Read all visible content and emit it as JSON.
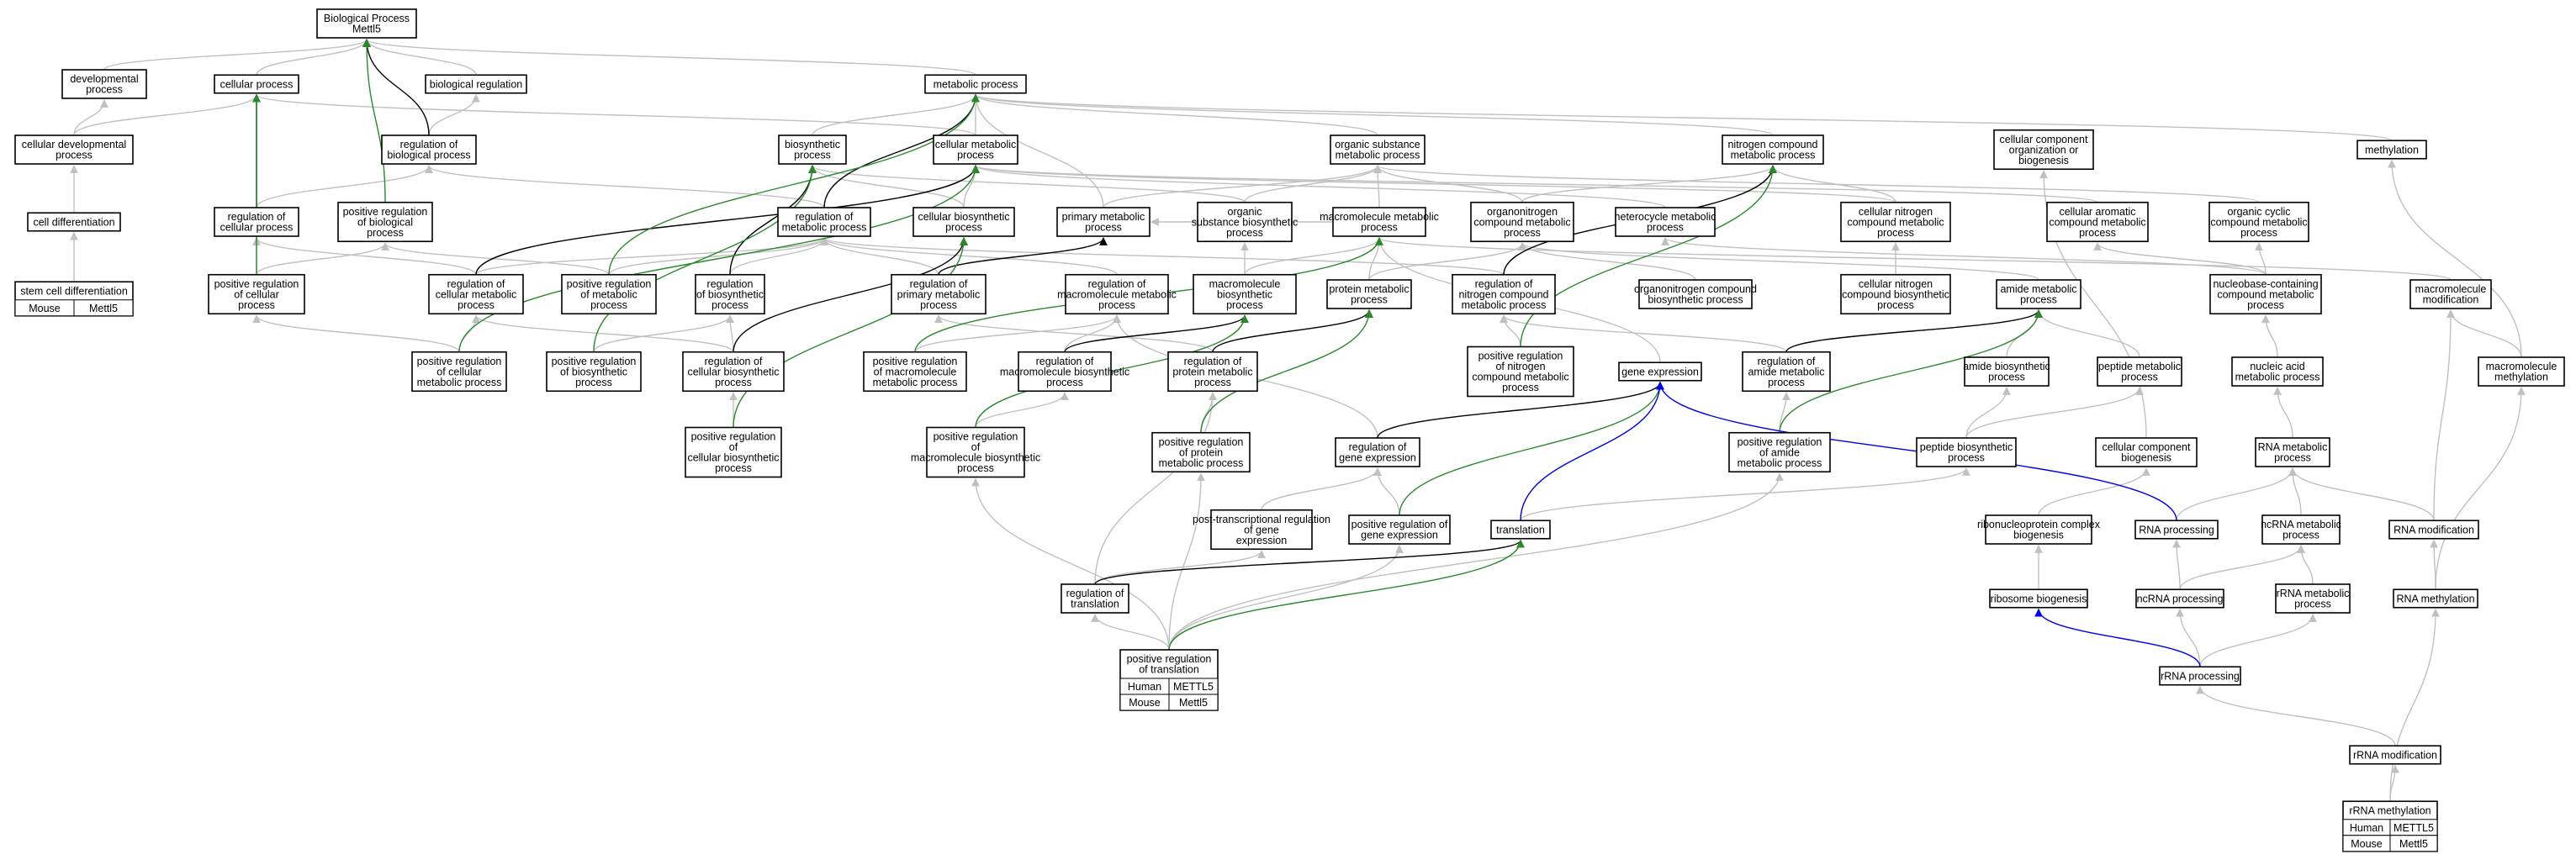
{
  "graph": {
    "root": "Biological Process",
    "root_gene": "Mettl5",
    "terms": [
      "developmental process",
      "cellular process",
      "biological regulation",
      "metabolic process",
      "cellular developmental process",
      "regulation of biological process",
      "biosynthetic process",
      "cellular metabolic process",
      "organic substance metabolic process",
      "nitrogen compound metabolic process",
      "cellular component organization or biogenesis",
      "methylation",
      "cell differentiation",
      "regulation of cellular process",
      "positive regulation of biological process",
      "regulation of metabolic process",
      "cellular biosynthetic process",
      "primary metabolic process",
      "organic substance biosynthetic process",
      "macromolecule metabolic process",
      "organonitrogen compound metabolic process",
      "heterocycle metabolic process",
      "cellular nitrogen compound metabolic process",
      "cellular aromatic compound metabolic process",
      "organic cyclic compound metabolic process",
      "stem cell differentiation",
      "positive regulation of cellular process",
      "regulation of cellular metabolic process",
      "positive regulation of metabolic process",
      "regulation of biosynthetic process",
      "regulation of primary metabolic process",
      "regulation of macromolecule metabolic process",
      "macromolecule biosynthetic process",
      "protein metabolic process",
      "regulation of nitrogen compound metabolic process",
      "organonitrogen compound biosynthetic process",
      "cellular nitrogen compound biosynthetic process",
      "amide metabolic process",
      "nucleobase-containing compound metabolic process",
      "macromolecule modification",
      "positive regulation of cellular metabolic process",
      "positive regulation of biosynthetic process",
      "regulation of cellular biosynthetic process",
      "positive regulation of macromolecule metabolic process",
      "regulation of macromolecule biosynthetic process",
      "regulation of protein metabolic process",
      "positive regulation of nitrogen compound metabolic process",
      "gene expression",
      "regulation of amide metabolic process",
      "amide biosynthetic process",
      "peptide metabolic process",
      "nucleic acid metabolic process",
      "macromolecule methylation",
      "positive regulation of cellular biosynthetic process",
      "positive regulation of macromolecule biosynthetic process",
      "positive regulation of protein metabolic process",
      "regulation of gene expression",
      "positive regulation of amide metabolic process",
      "peptide biosynthetic process",
      "cellular component biogenesis",
      "RNA metabolic process",
      "post-transcriptional regulation of gene expression",
      "positive regulation of gene expression",
      "translation",
      "ribonucleoprotein complex biogenesis",
      "RNA processing",
      "ncRNA metabolic process",
      "RNA modification",
      "regulation of translation",
      "ribosome biogenesis",
      "ncRNA processing",
      "rRNA metabolic process",
      "RNA methylation",
      "positive regulation of translation",
      "rRNA processing",
      "rRNA modification",
      "rRNA methylation"
    ],
    "species": {
      "human": "Human",
      "mouse": "Mouse"
    },
    "genes": {
      "human": "METTL5",
      "mouse": "Mettl5"
    },
    "colors": {
      "human": "#e8533f",
      "mouse": "#a6d8e6",
      "box": "#000000",
      "edge_gray": "#c0c0c0",
      "edge_black": "#000000",
      "edge_green": "#2a8a2a",
      "edge_blue": "#0000ee"
    }
  }
}
